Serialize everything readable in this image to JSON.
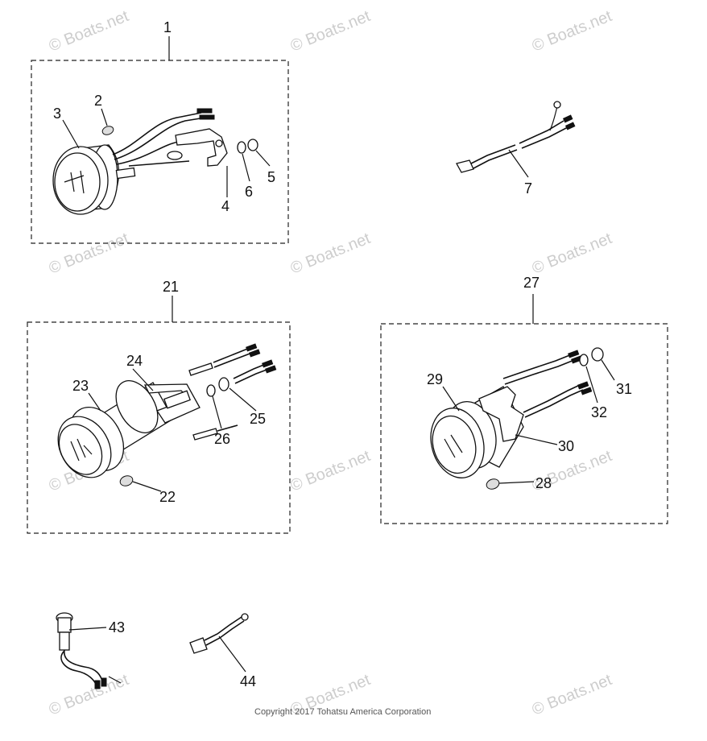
{
  "watermark": "© Boats.net",
  "copyright": "Copyright 2017 Tohatsu America Corporation",
  "callouts": {
    "c1": "1",
    "c2": "2",
    "c3": "3",
    "c4": "4",
    "c5": "5",
    "c6": "6",
    "c7": "7",
    "c21": "21",
    "c22": "22",
    "c23": "23",
    "c24": "24",
    "c25": "25",
    "c26": "26",
    "c27": "27",
    "c28": "28",
    "c29": "29",
    "c30": "30",
    "c31": "31",
    "c32": "32",
    "c43": "43",
    "c44": "44"
  }
}
